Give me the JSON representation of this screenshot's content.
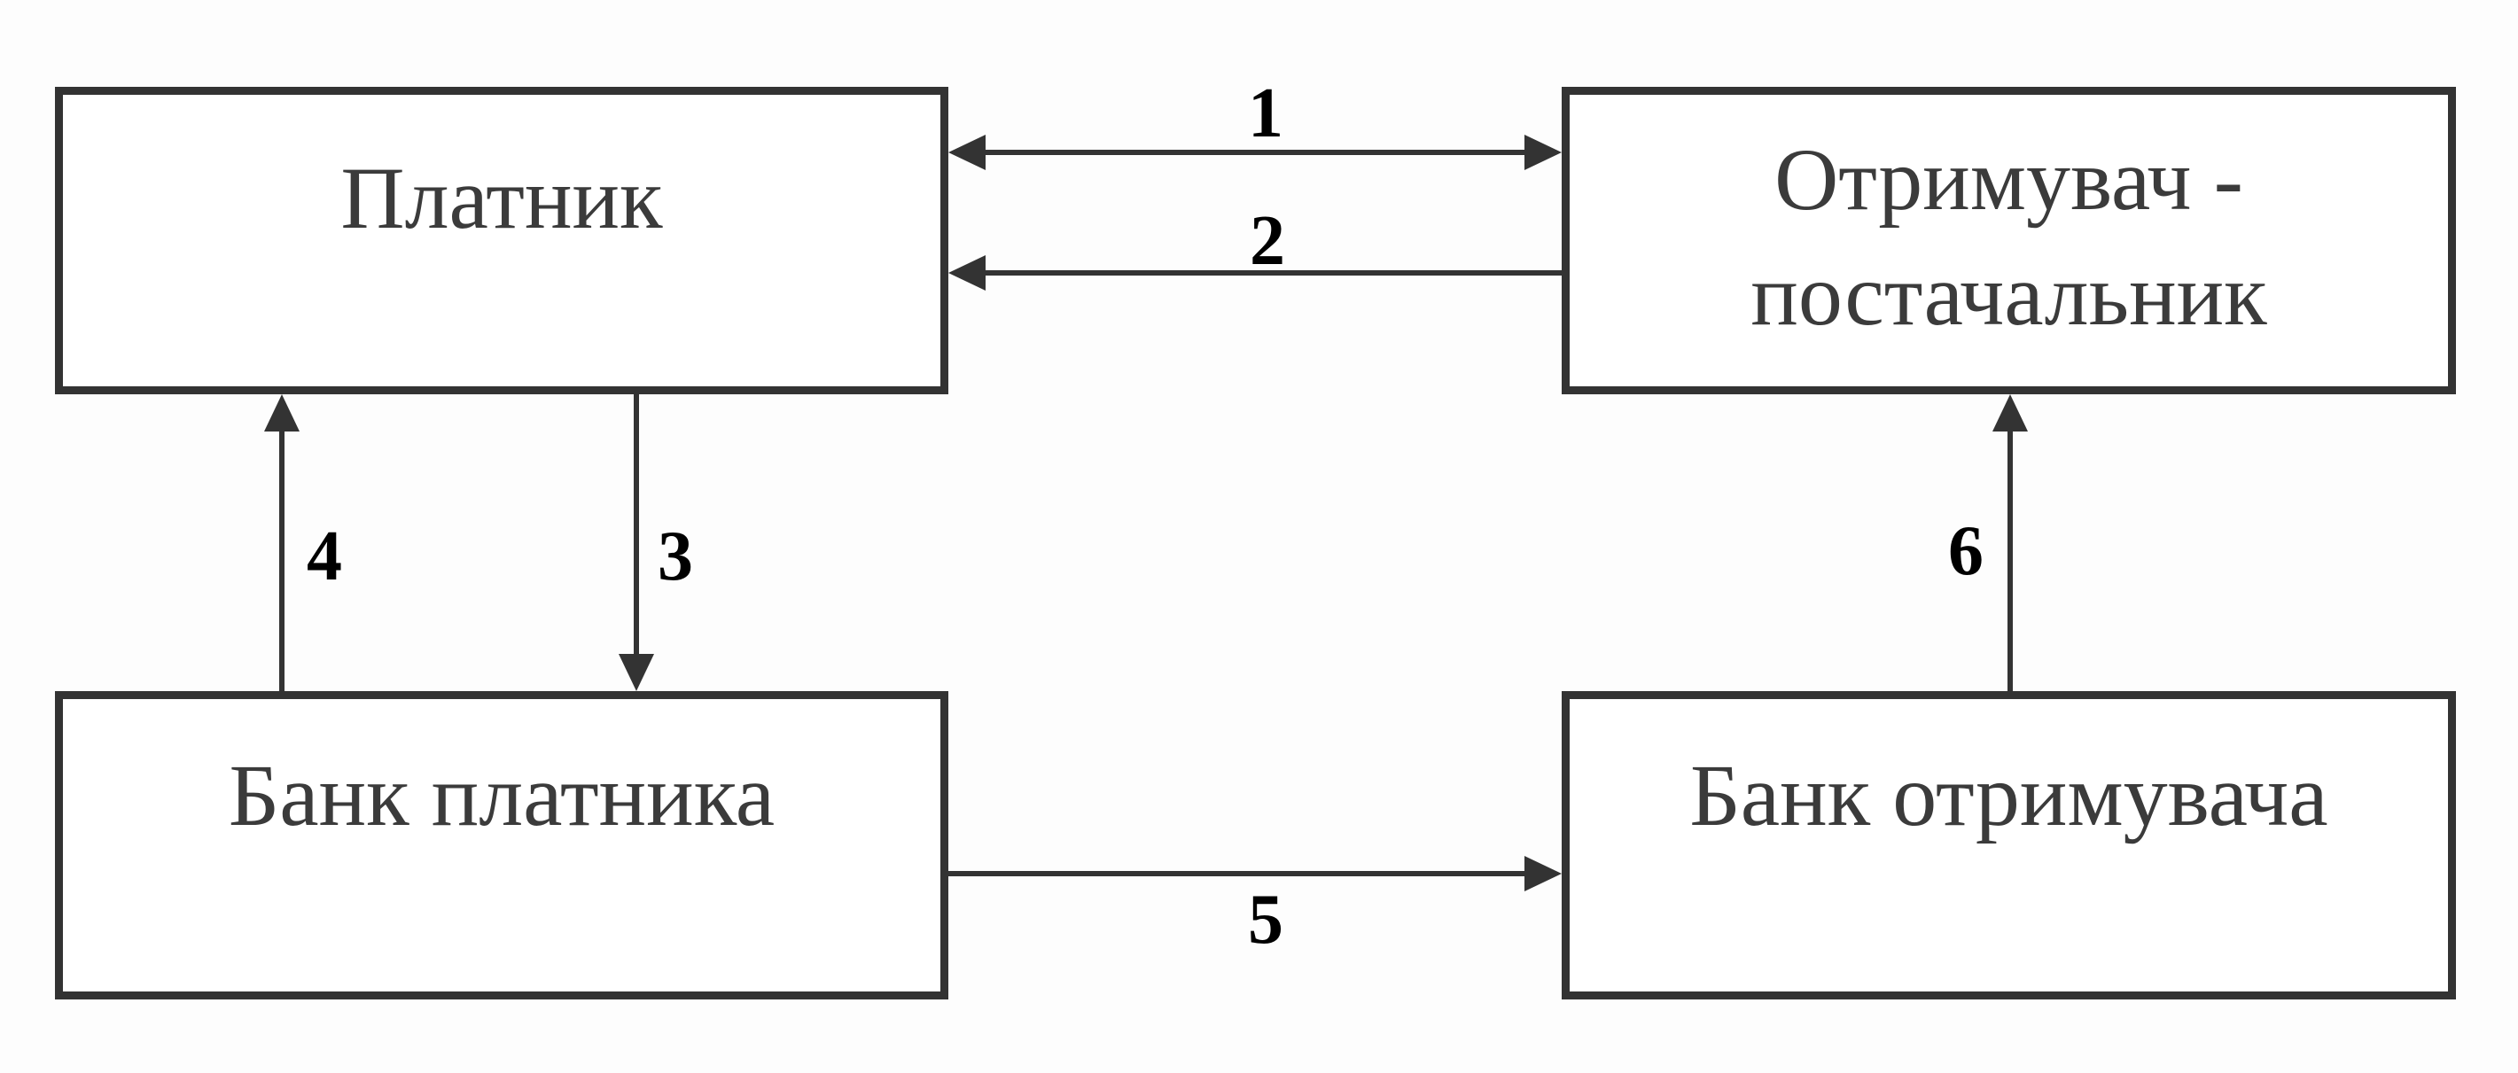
{
  "nodes": {
    "payer": {
      "lines": [
        "Платник"
      ]
    },
    "recipient": {
      "lines": [
        "Отримувач -",
        "постачальник"
      ]
    },
    "payer_bank": {
      "lines": [
        "Банк платника"
      ]
    },
    "recipient_bank": {
      "lines": [
        "Банк отримувача"
      ]
    }
  },
  "edges": [
    {
      "label": "1",
      "from": "payer",
      "to": "recipient",
      "bidirectional": true
    },
    {
      "label": "2",
      "from": "recipient",
      "to": "payer",
      "bidirectional": false
    },
    {
      "label": "3",
      "from": "payer",
      "to": "payer_bank",
      "bidirectional": false
    },
    {
      "label": "4",
      "from": "payer_bank",
      "to": "payer",
      "bidirectional": false
    },
    {
      "label": "5",
      "from": "payer_bank",
      "to": "recipient_bank",
      "bidirectional": false
    },
    {
      "label": "6",
      "from": "recipient_bank",
      "to": "recipient",
      "bidirectional": false
    }
  ],
  "colors": {
    "stroke": "#333333",
    "text": "#3b3b3b",
    "label": "#000000"
  }
}
